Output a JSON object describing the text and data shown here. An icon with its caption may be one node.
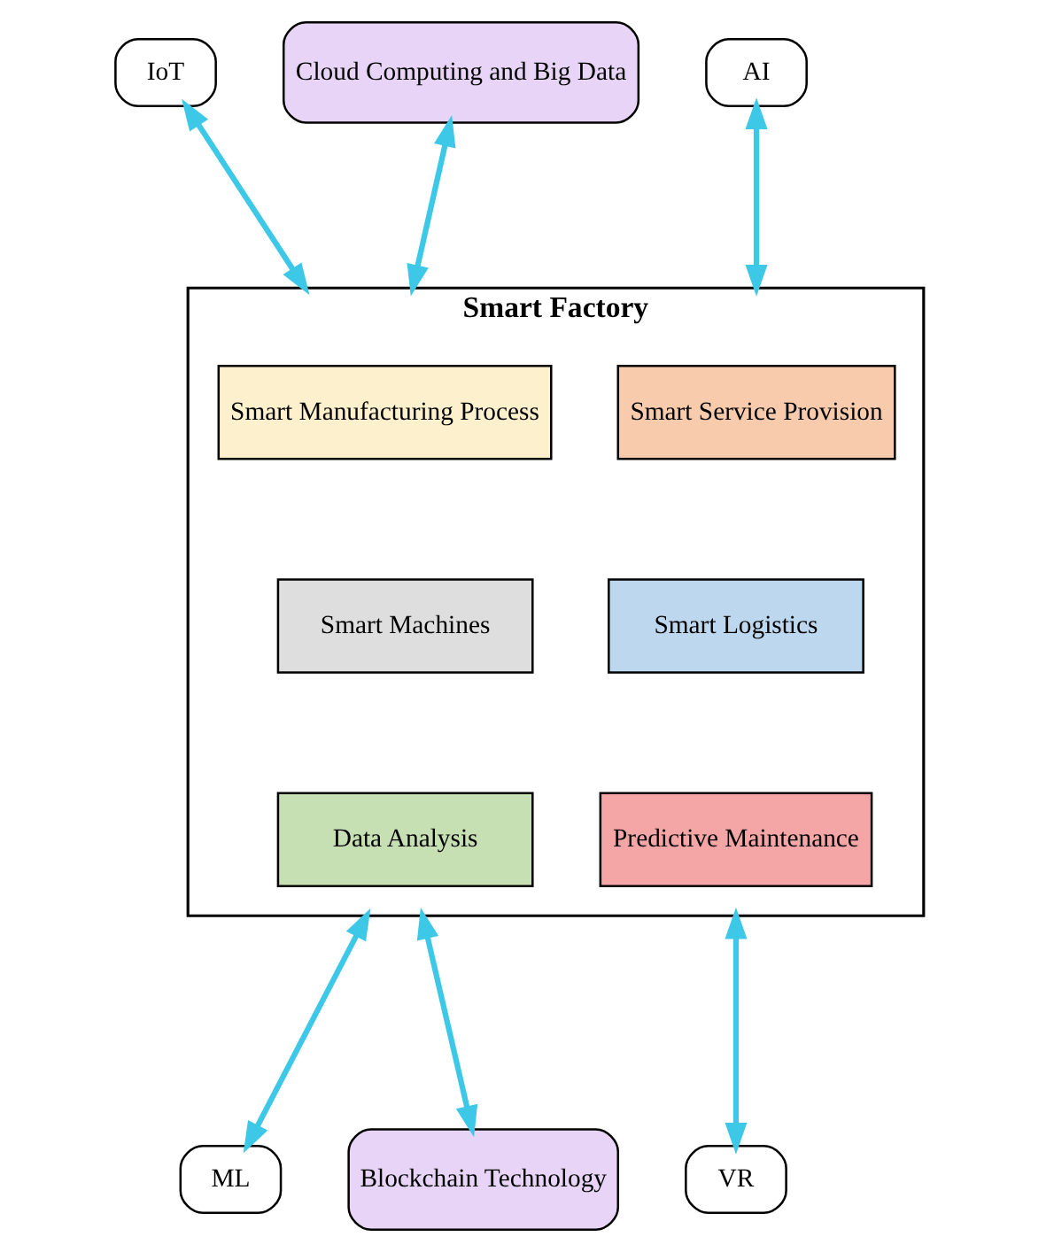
{
  "diagram": {
    "nodes": [
      {
        "text": [
          "Cloud Computing and Big Data"
        ]
      },
      {
        "text": [
          "IoT"
        ]
      },
      {
        "text": [
          "AI"
        ]
      },
      {
        "text": [
          "Smart Factory"
        ]
      },
      {
        "text": [
          "Smart Manufacturing Process"
        ],
        "in": 3
      },
      {
        "text": [
          "Smart Service Provision"
        ],
        "in": 3
      },
      {
        "text": [
          "Smart Machines"
        ],
        "in": 3
      },
      {
        "text": [
          "Smart Logistics"
        ],
        "in": 3
      },
      {
        "text": [
          "Data Analysis"
        ],
        "in": 3
      },
      {
        "text": [
          "Predictive Maintenance"
        ],
        "in": 3
      },
      {
        "text": [
          "ML"
        ]
      },
      {
        "text": [
          "Blockchain Technology"
        ]
      },
      {
        "text": [
          "VR"
        ]
      }
    ],
    "edges": [
      {
        "from": 1,
        "to": 3,
        "arrow": "both"
      },
      {
        "from": 0,
        "to": 3,
        "arrow": "both"
      },
      {
        "from": 2,
        "to": 3,
        "arrow": "both"
      },
      {
        "from": 3,
        "to": 10,
        "arrow": "both"
      },
      {
        "from": 3,
        "to": 11,
        "arrow": "both"
      },
      {
        "from": 3,
        "to": 12,
        "arrow": "both"
      }
    ]
  }
}
